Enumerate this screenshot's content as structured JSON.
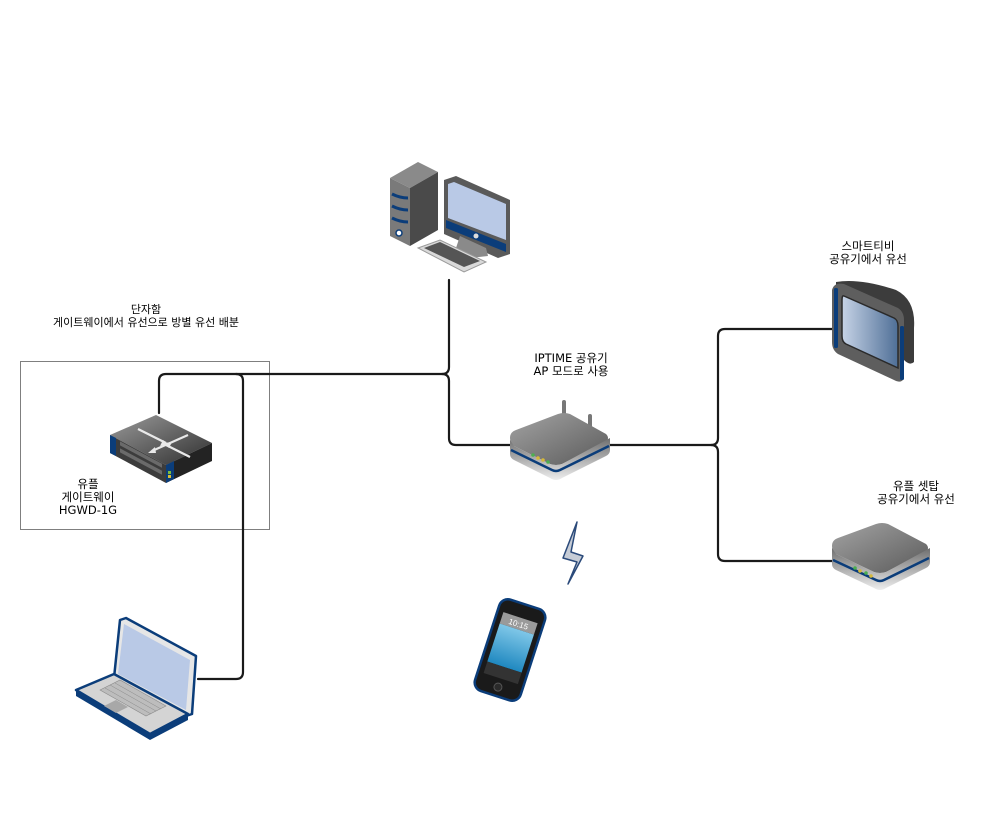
{
  "diagram": {
    "title": "home network topology",
    "colors": {
      "wire": "#1a1a1a",
      "group_border": "#7f7f7f",
      "device_accent": "#0b3d7a",
      "device_body": "#6e6e6e",
      "screen": "#b9c9e6",
      "led_green": "#4caf50",
      "led_yellow": "#d6b93a"
    },
    "group": {
      "id": "distribution-box",
      "label_lines": [
        "단자함",
        "게이트웨이에서 유선으로 방별 유선 배분"
      ]
    },
    "nodes": [
      {
        "id": "gateway",
        "type": "switch",
        "label_lines": [
          "유플",
          "게이트웨이",
          "HGWD-1G"
        ]
      },
      {
        "id": "desktop",
        "type": "desktop-pc",
        "label_lines": []
      },
      {
        "id": "router",
        "type": "wireless-router",
        "label_lines": [
          "IPTIME 공유기",
          "AP 모드로 사용"
        ]
      },
      {
        "id": "smart-tv",
        "type": "tv",
        "label_lines": [
          "스마트티비",
          "공유기에서 유선"
        ]
      },
      {
        "id": "settop",
        "type": "set-top-box",
        "label_lines": [
          "유플 셋탑",
          "공유기에서 유선"
        ]
      },
      {
        "id": "phone",
        "type": "smartphone",
        "label_lines": [],
        "screen_time": "10:15"
      },
      {
        "id": "laptop",
        "type": "laptop",
        "label_lines": []
      }
    ],
    "edges": [
      {
        "from": "gateway",
        "to": "desktop",
        "style": "wired"
      },
      {
        "from": "gateway",
        "to": "router",
        "style": "wired"
      },
      {
        "from": "gateway",
        "to": "laptop",
        "style": "wired"
      },
      {
        "from": "router",
        "to": "smart-tv",
        "style": "wired"
      },
      {
        "from": "router",
        "to": "settop",
        "style": "wired"
      },
      {
        "from": "router",
        "to": "phone",
        "style": "wireless"
      }
    ]
  }
}
